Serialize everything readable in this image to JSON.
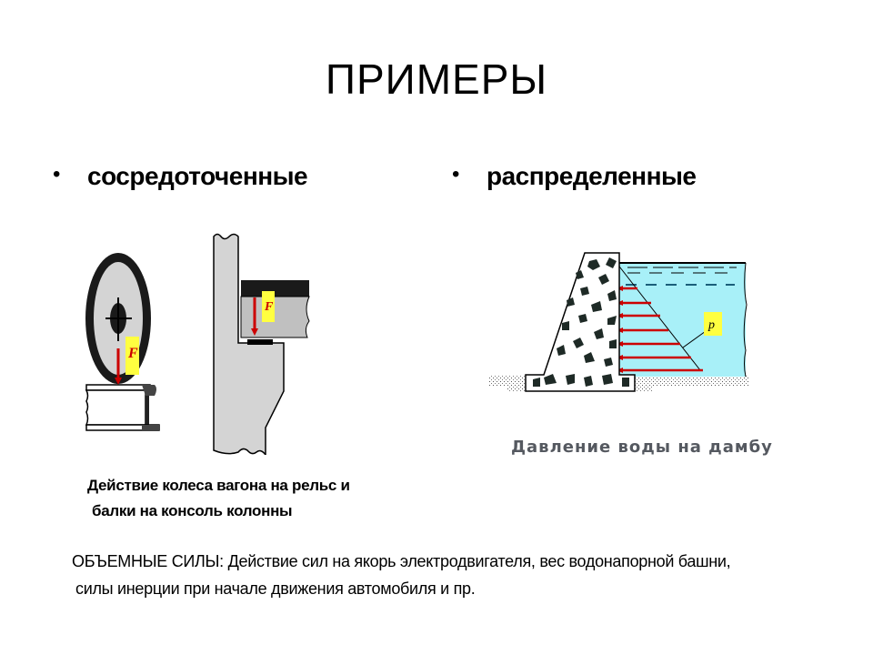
{
  "slide": {
    "title": "ПРИМЕРЫ",
    "bullets": [
      {
        "marker": "•",
        "label": "сосредоточенные"
      },
      {
        "marker": "•",
        "label": "распределенные"
      }
    ],
    "figures": {
      "concentrated": {
        "force_label_wheel": "F",
        "force_label_beam": "F",
        "caption_lines": [
          "Действие колеса вагона на рельс и",
          " балки на консоль колонны"
        ]
      },
      "distributed": {
        "pressure_label": "p",
        "caption": "Давление воды на дамбу"
      }
    },
    "body_lines": [
      "ОБЪЕМНЫЕ СИЛЫ: Действие сил на якорь электродвигателя, вес водонапорной башни,",
      " силы инерции при начале движения автомобиля и пр."
    ],
    "colors": {
      "water": "#a8f0f8",
      "force_arrow": "#cc0000",
      "label_bg": "#ffff40",
      "metal": "#d4d4d4",
      "dark": "#1a1a1a",
      "caption_gray": "#555960"
    }
  }
}
